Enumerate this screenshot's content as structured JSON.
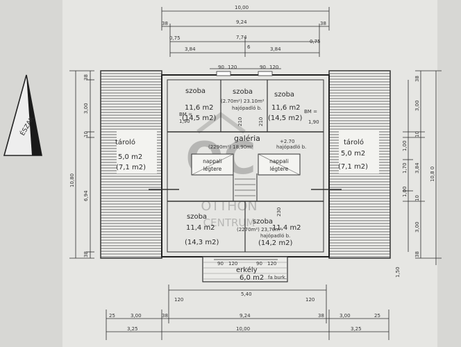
{
  "plan": {
    "north_label": "ÉSZAK",
    "rooms": {
      "room_top_left": {
        "name": "szoba",
        "area": "11,6 m2",
        "area_alt": "(14,5 m2)"
      },
      "room_top_mid": {
        "name": "szoba",
        "detail": "(2.70m²) 23.10m²",
        "sub": "hajópadló b."
      },
      "room_top_right": {
        "name": "szoba",
        "area": "11,6 m2",
        "area_alt": "(14,5 m2)"
      },
      "gallery": {
        "name": "galéria",
        "detail": "(2290m²) 18,90m²",
        "level": "+2.70",
        "sub": "hajópadló b."
      },
      "void_left": {
        "line1": "nappali",
        "line2": "légtere"
      },
      "void_right": {
        "line1": "nappali",
        "line2": "légtere"
      },
      "storage_left": {
        "name": "tároló",
        "area": "5,0 m2",
        "area_alt": "(7,1 m2)"
      },
      "storage_right": {
        "name": "tároló",
        "area": "5,0 m2",
        "area_alt": "(7,1 m2)"
      },
      "room_bottom_left": {
        "name": "szoba",
        "area": "11,4 m2",
        "area_alt": "(14,3 m2)"
      },
      "room_bottom_right": {
        "name": "szoba",
        "area": "11,4 m2",
        "area_alt": "(14,2 m2)",
        "detail": "(2270m²) 23,70m²",
        "sub": "hajópadló b."
      },
      "balcony": {
        "name": "erkély",
        "area": "6,0 m2",
        "sub": "fa burk."
      }
    },
    "small_labels": {
      "bm_left": "BM =",
      "bm_left_val": "1,90",
      "bm_right": "BM =",
      "bm_right_val": "1,90",
      "h210": "210",
      "h210b": "210",
      "h230": "230"
    },
    "dims_top": {
      "overall": "10,00",
      "inner": "9,24",
      "inner2": "7,74",
      "left_38": "38",
      "right_38": "38",
      "left_75": "0,75",
      "right_75": "0,75",
      "seg_left": "3,84",
      "seg_mid": "6",
      "seg_right": "3,84",
      "win_left": "90",
      "win_left2": "120",
      "win_right": "90",
      "win_right2": "120"
    },
    "dims_left": {
      "total": "10,80",
      "top_38": "38",
      "a": "3,00",
      "b": "10",
      "c": "6,94",
      "bottom_38": "38"
    },
    "dims_right": {
      "top_38": "38",
      "a": "3,00",
      "b": "10",
      "c": "1,00",
      "d": "1,70",
      "e": "3,84",
      "f": "10,8 0",
      "g": "1,00",
      "h": "10",
      "i": "3,00",
      "bottom_38": "38",
      "j": "1,50"
    },
    "dims_bottom": {
      "d90a": "90",
      "d120a": "120",
      "d90b": "90",
      "d120b": "120",
      "span": "5,40",
      "left120": "120",
      "right120": "120",
      "l25": "25",
      "l300": "3,00",
      "l38": "38",
      "inner": "9,24",
      "r38": "38",
      "r300": "3,00",
      "r25": "25",
      "l325": "3,25",
      "overall": "10,00",
      "r325": "3,25"
    },
    "watermark": {
      "line1": "OTTHON",
      "line2": "CENTRUM"
    }
  }
}
